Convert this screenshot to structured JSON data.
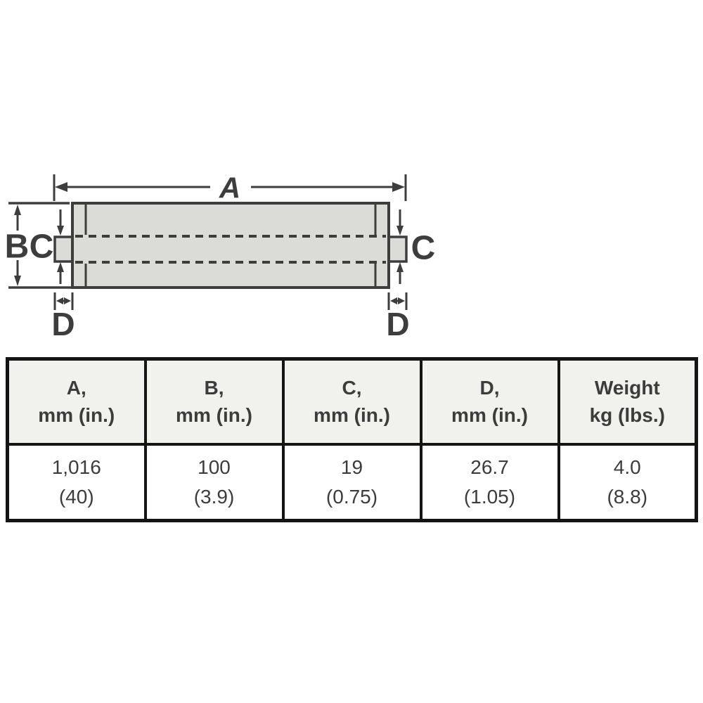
{
  "diagram": {
    "dim_labels": {
      "a": "A",
      "b": "B",
      "c_left": "C",
      "c_right": "C",
      "d_left": "D",
      "d_right": "D"
    },
    "colors": {
      "roller_fill": "#dbdbd8",
      "line": "#3d3d3d"
    }
  },
  "table": {
    "colors": {
      "border": "#141414",
      "header_bg": "#f1f1ee",
      "text": "#3c3c3c"
    },
    "columns": [
      {
        "header_l1": "A,",
        "header_l2": "mm (in.)",
        "value_l1": "1,016",
        "value_l2": "(40)"
      },
      {
        "header_l1": "B,",
        "header_l2": "mm (in.)",
        "value_l1": "100",
        "value_l2": "(3.9)"
      },
      {
        "header_l1": "C,",
        "header_l2": "mm (in.)",
        "value_l1": "19",
        "value_l2": "(0.75)"
      },
      {
        "header_l1": "D,",
        "header_l2": "mm (in.)",
        "value_l1": "26.7",
        "value_l2": "(1.05)"
      },
      {
        "header_l1": "Weight",
        "header_l2": "kg (lbs.)",
        "value_l1": "4.0",
        "value_l2": "(8.8)"
      }
    ]
  }
}
